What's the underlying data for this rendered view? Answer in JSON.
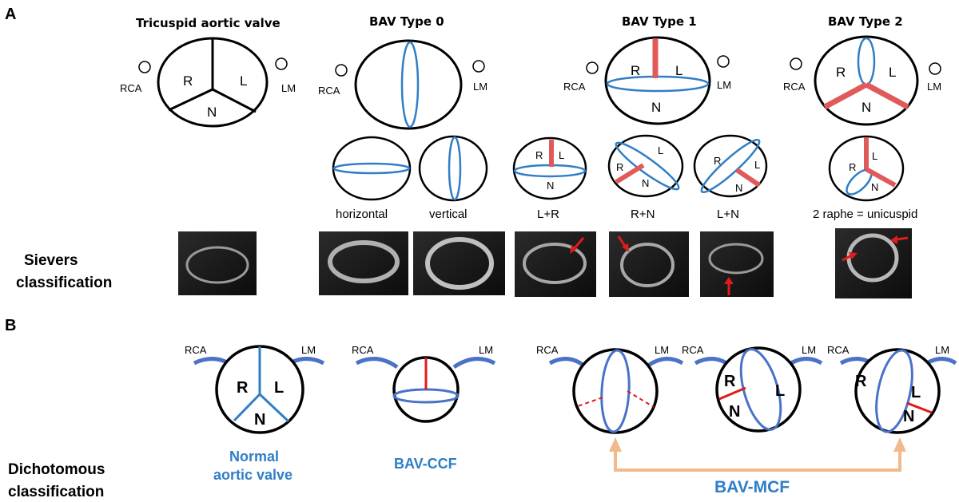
{
  "panel_labels": {
    "a": "A",
    "b": "B"
  },
  "panel_a": {
    "titles": {
      "tricuspid": "Tricuspid aortic valve",
      "type0": "BAV Type 0",
      "type1": "BAV Type 1",
      "type2": "BAV Type 2"
    },
    "coronary": {
      "rca": "RCA",
      "lm": "LM"
    },
    "cusps": {
      "r": "R",
      "l": "L",
      "n": "N"
    },
    "variants": {
      "horizontal": "horizontal",
      "vertical": "vertical",
      "lr": "L+R",
      "rn": "R+N",
      "ln": "L+N",
      "unicuspid": "2 raphe = unicuspid"
    },
    "row_label": {
      "line1": "Sievers",
      "line2": "classification"
    }
  },
  "panel_b": {
    "coronary": {
      "rca": "RCA",
      "lm": "LM"
    },
    "cusps": {
      "r": "R",
      "l": "L",
      "n": "N"
    },
    "normal": {
      "line1": "Normal",
      "line2": "aortic valve"
    },
    "ccf": "BAV-CCF",
    "mcf": "BAV-MCF",
    "row_label": {
      "line1": "Dichotomous",
      "line2": "classification"
    }
  },
  "colors": {
    "raphe_red": "#e05a5a",
    "line_red": "#e01b1b",
    "commissure_blue": "#2f7ec6",
    "coronary_blue": "#4a72c8",
    "arrow_peach": "#f2b98a",
    "label_blue": "#2f7ec6"
  }
}
